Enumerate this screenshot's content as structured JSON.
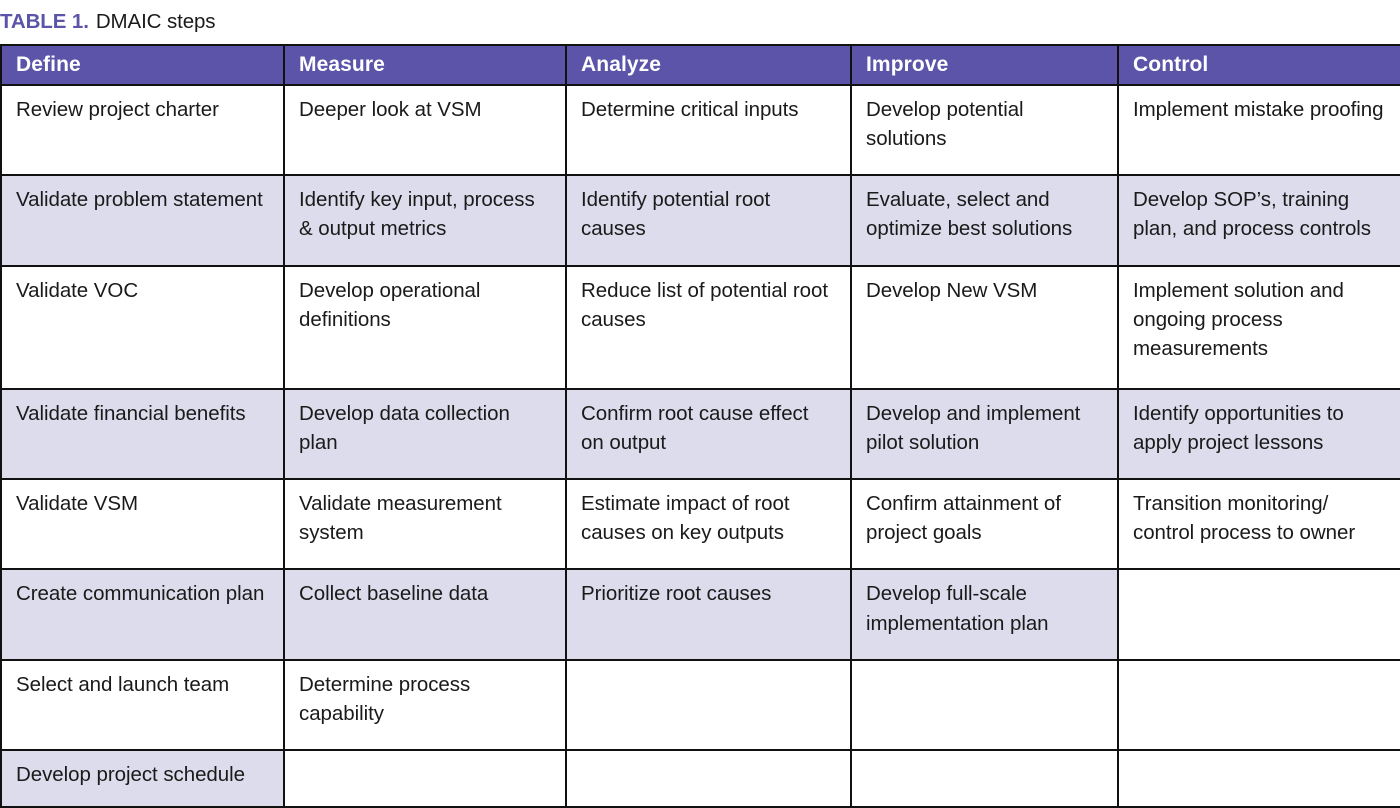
{
  "caption": {
    "label": "TABLE 1.",
    "text": "DMAIC steps"
  },
  "colors": {
    "header_purple": "#5b54a8",
    "shaded_row": "#dcdcec",
    "row_white": "#ffffff",
    "border": "#111111",
    "body_text": "#1a1a1a",
    "header_text": "#ffffff"
  },
  "table": {
    "columns": [
      "Define",
      "Measure",
      "Analyze",
      "Improve",
      "Control"
    ],
    "rows": [
      {
        "shaded": false,
        "cells": [
          "Review project charter",
          "Deeper look at VSM",
          "Determine critical inputs",
          "Develop potential solutions",
          "Implement mistake proofing"
        ]
      },
      {
        "shaded": true,
        "cells": [
          "Validate problem statement",
          "Identify key input, process & output metrics",
          "Identify potential root causes",
          "Evaluate, select and optimize best solutions",
          "Develop SOP’s, training plan, and process controls"
        ]
      },
      {
        "shaded": false,
        "cells": [
          "Validate VOC",
          "Develop operational definitions",
          "Reduce list of potential root causes",
          "Develop New VSM",
          "Implement solution and ongoing process measurements"
        ]
      },
      {
        "shaded": true,
        "cells": [
          "Validate financial benefits",
          "Develop data collection plan",
          "Confirm root cause effect on output",
          "Develop and implement pilot solution",
          "Identify opportunities to apply project lessons"
        ]
      },
      {
        "shaded": false,
        "cells": [
          "Validate VSM",
          "Validate measurement system",
          "Estimate impact of root causes on key outputs",
          "Confirm attainment of project goals",
          "Transition monitoring/ control process to owner"
        ]
      },
      {
        "shaded": true,
        "cells": [
          "Create communication plan",
          "Collect baseline data",
          "Prioritize root causes",
          "Develop full-scale implementation plan",
          ""
        ]
      },
      {
        "shaded": false,
        "cells": [
          "Select and launch team",
          "Determine process capability",
          "",
          "",
          ""
        ]
      },
      {
        "shaded": true,
        "cells": [
          "Develop project schedule",
          "",
          "",
          "",
          ""
        ]
      }
    ]
  }
}
